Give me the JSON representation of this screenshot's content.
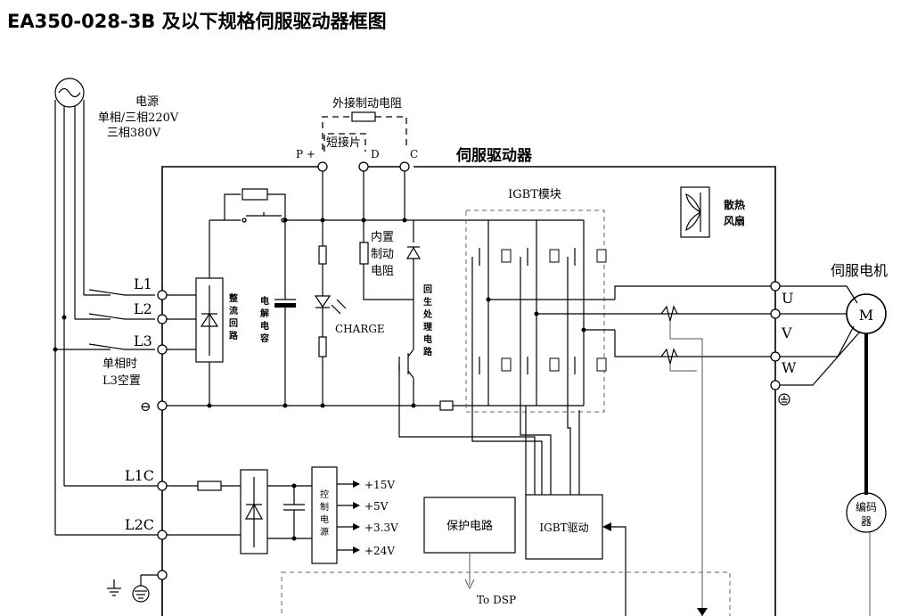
{
  "title": "EA350-028-3B  及以下规格伺服驱动器框图",
  "power": {
    "label_line1": "电源",
    "label_line2": "单相/三相220V",
    "label_line3": "三相380V"
  },
  "brake": {
    "external_resistor": "外接制动电阻",
    "short_piece": "短接片",
    "terminal_p": "P +",
    "terminal_d": "D",
    "terminal_c": "C",
    "internal_l1": "内置",
    "internal_l2": "制动",
    "internal_l3": "电阻"
  },
  "drive_title": "伺服驱动器",
  "igbt_module": "IGBT模块",
  "fan": {
    "line1": "散热",
    "line2": "风扇"
  },
  "motor_title": "伺服电机",
  "motor_symbol": "M",
  "encoder": {
    "line1": "编码",
    "line2": "器"
  },
  "terminals": {
    "l1": "L1",
    "l2": "L2",
    "l3": "L3",
    "l1c": "L1C",
    "l2c": "L2C",
    "u": "U",
    "v": "V",
    "w": "W",
    "minus": "⊖"
  },
  "single_phase_note": {
    "line1": "单相时",
    "line2": "L3空置"
  },
  "rectifier_vertical": [
    "整",
    "流",
    "回",
    "路"
  ],
  "capacitor_vertical": [
    "电",
    "解",
    "电",
    "容"
  ],
  "regen_vertical": [
    "回",
    "生",
    "处",
    "理",
    "电",
    "路"
  ],
  "control_power_vertical": [
    "控",
    "制",
    "电",
    "源"
  ],
  "charge": "CHARGE",
  "outputs": [
    "+15V",
    "+5V",
    "+3.3V",
    "+24V"
  ],
  "protection": "保护电路",
  "igbt_driver": "IGBT驱动",
  "to_dsp": "To DSP"
}
